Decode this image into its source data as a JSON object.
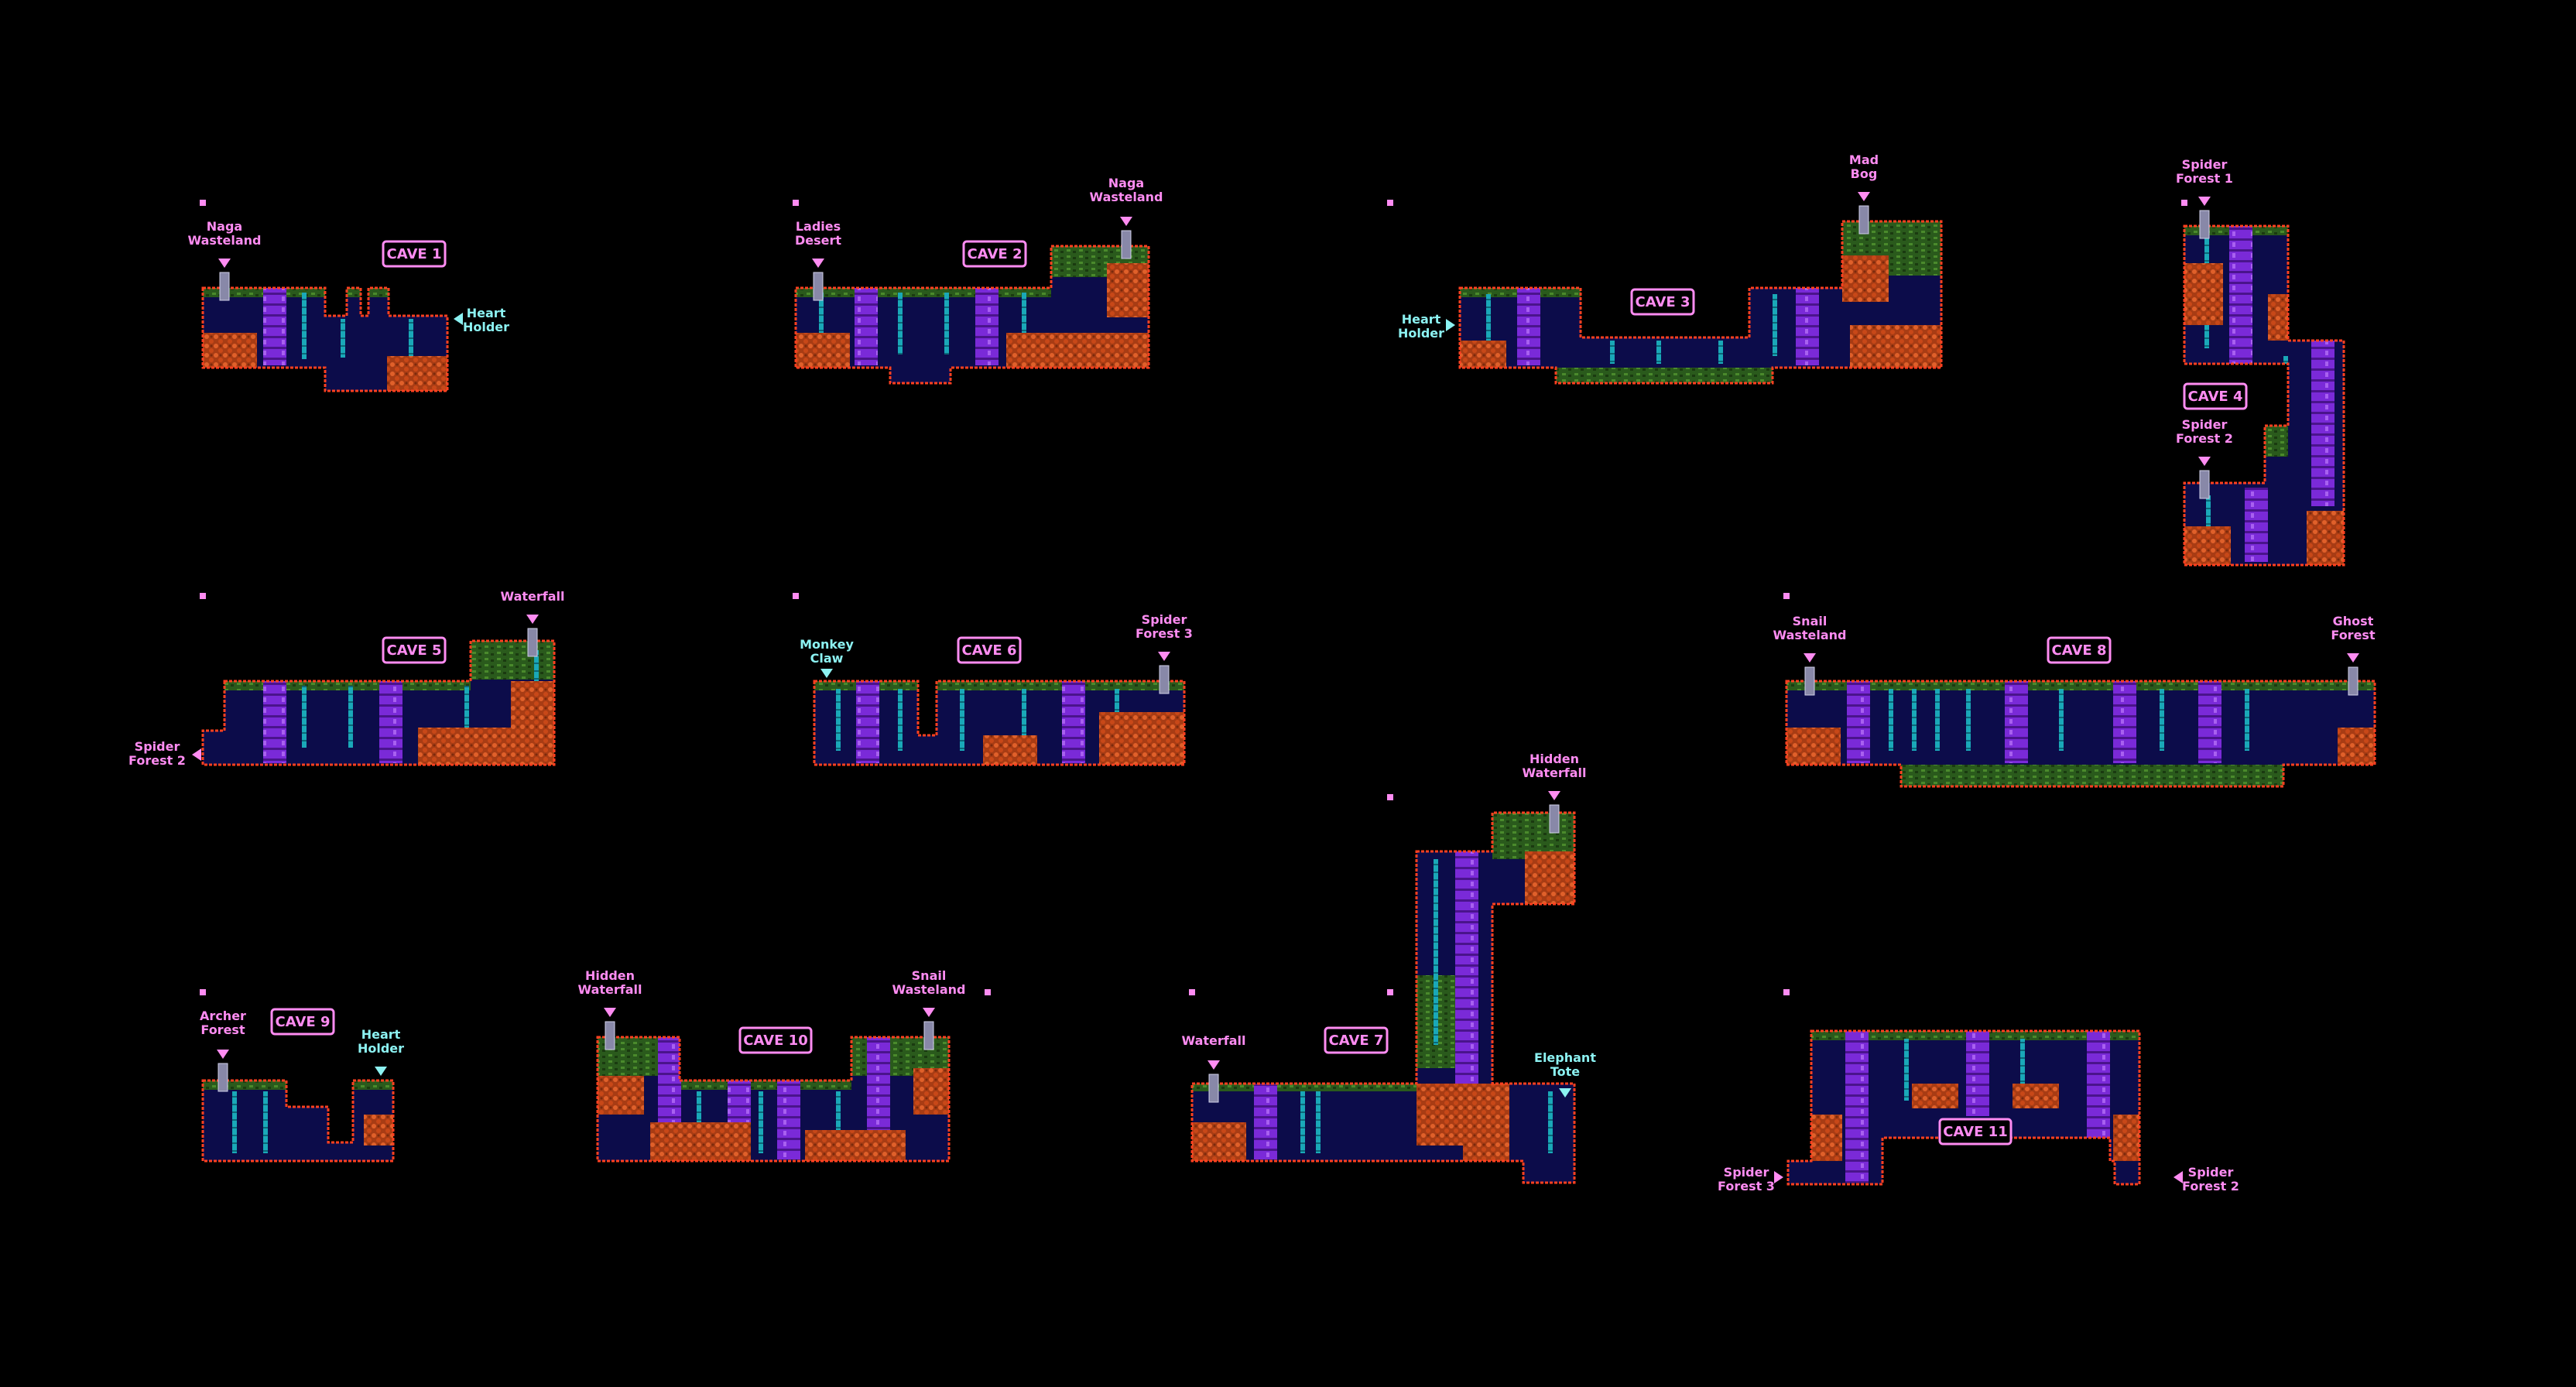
{
  "colors": {
    "background": "#000000",
    "wall": "#ff4020",
    "rock": "#c84818",
    "cave_fill": "#0c0c4a",
    "moss": "#2a5a1c",
    "pillar": "#7a2ad8",
    "waterfall": "#1aa8b8",
    "exit_label": "#ff8cf2",
    "item_label": "#8cf2f2",
    "title_frame": "#ff8cf2"
  },
  "caves": [
    {
      "id": "cave-1",
      "title": "CAVE 1",
      "labels": [
        {
          "id": "naga-wasteland",
          "lines": [
            "Naga",
            "Wasteland"
          ],
          "kind": "exit"
        },
        {
          "id": "heart-holder",
          "lines": [
            "Heart",
            "Holder"
          ],
          "kind": "item"
        }
      ]
    },
    {
      "id": "cave-2",
      "title": "CAVE 2",
      "labels": [
        {
          "id": "ladies-desert",
          "lines": [
            "Ladies",
            "Desert"
          ],
          "kind": "exit"
        },
        {
          "id": "naga-wasteland",
          "lines": [
            "Naga",
            "Wasteland"
          ],
          "kind": "exit"
        }
      ]
    },
    {
      "id": "cave-3",
      "title": "CAVE 3",
      "labels": [
        {
          "id": "mad-bog",
          "lines": [
            "Mad",
            "Bog"
          ],
          "kind": "exit"
        },
        {
          "id": "heart-holder",
          "lines": [
            "Heart",
            "Holder"
          ],
          "kind": "item"
        }
      ]
    },
    {
      "id": "cave-4",
      "title": "CAVE 4",
      "labels": [
        {
          "id": "spider-forest-1",
          "lines": [
            "Spider",
            "Forest 1"
          ],
          "kind": "exit"
        },
        {
          "id": "spider-forest-2",
          "lines": [
            "Spider",
            "Forest 2"
          ],
          "kind": "exit"
        }
      ]
    },
    {
      "id": "cave-5",
      "title": "CAVE 5",
      "labels": [
        {
          "id": "waterfall",
          "lines": [
            "Waterfall"
          ],
          "kind": "exit"
        },
        {
          "id": "spider-forest-2",
          "lines": [
            "Spider",
            "Forest 2"
          ],
          "kind": "exit"
        }
      ]
    },
    {
      "id": "cave-6",
      "title": "CAVE 6",
      "labels": [
        {
          "id": "monkey-claw",
          "lines": [
            "Monkey",
            "Claw"
          ],
          "kind": "item"
        },
        {
          "id": "spider-forest-3",
          "lines": [
            "Spider",
            "Forest 3"
          ],
          "kind": "exit"
        }
      ]
    },
    {
      "id": "cave-7",
      "title": "CAVE 7",
      "labels": [
        {
          "id": "waterfall",
          "lines": [
            "Waterfall"
          ],
          "kind": "exit"
        },
        {
          "id": "hidden-waterfall",
          "lines": [
            "Hidden",
            "Waterfall"
          ],
          "kind": "exit"
        },
        {
          "id": "elephant-tote",
          "lines": [
            "Elephant",
            "Tote"
          ],
          "kind": "item"
        }
      ]
    },
    {
      "id": "cave-8",
      "title": "CAVE 8",
      "labels": [
        {
          "id": "snail-wasteland",
          "lines": [
            "Snail",
            "Wasteland"
          ],
          "kind": "exit"
        },
        {
          "id": "ghost-forest",
          "lines": [
            "Ghost",
            "Forest"
          ],
          "kind": "exit"
        }
      ]
    },
    {
      "id": "cave-9",
      "title": "CAVE 9",
      "labels": [
        {
          "id": "archer-forest",
          "lines": [
            "Archer",
            "Forest"
          ],
          "kind": "exit"
        },
        {
          "id": "heart-holder",
          "lines": [
            "Heart",
            "Holder"
          ],
          "kind": "item"
        }
      ]
    },
    {
      "id": "cave-10",
      "title": "CAVE 10",
      "labels": [
        {
          "id": "hidden-waterfall",
          "lines": [
            "Hidden",
            "Waterfall"
          ],
          "kind": "exit"
        },
        {
          "id": "snail-wasteland",
          "lines": [
            "Snail",
            "Wasteland"
          ],
          "kind": "exit"
        }
      ]
    },
    {
      "id": "cave-11",
      "title": "CAVE 11",
      "labels": [
        {
          "id": "spider-forest-3",
          "lines": [
            "Spider",
            "Forest 3"
          ],
          "kind": "exit"
        },
        {
          "id": "spider-forest-2",
          "lines": [
            "Spider",
            "Forest 2"
          ],
          "kind": "exit"
        }
      ]
    }
  ]
}
